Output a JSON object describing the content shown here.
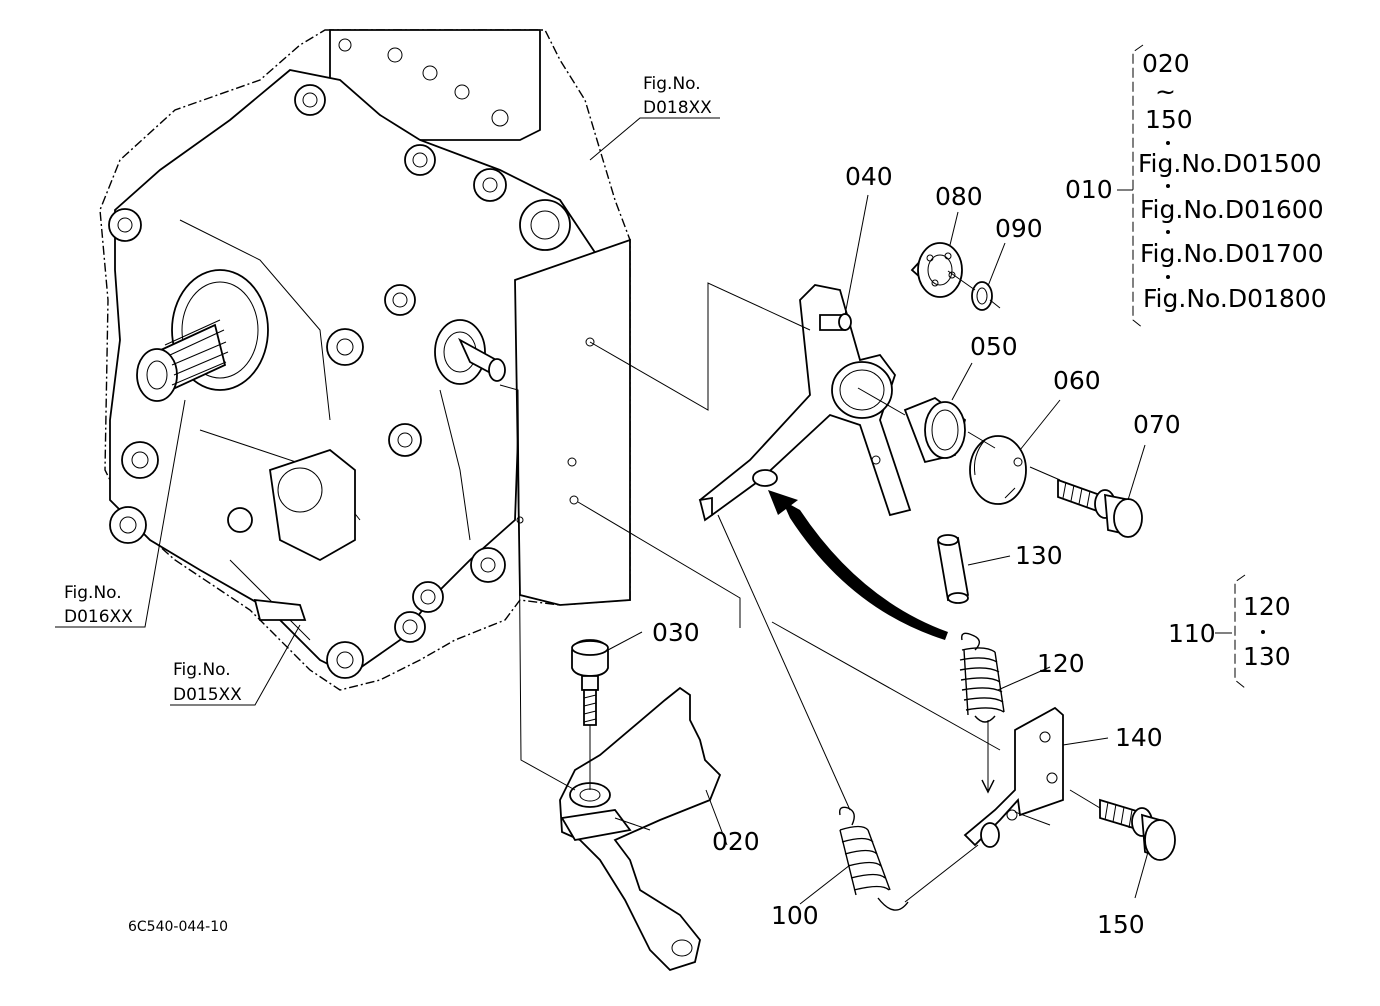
{
  "callouts": {
    "p010": "010",
    "p020": "020",
    "p030": "030",
    "p040": "040",
    "p050": "050",
    "p060": "060",
    "p070": "070",
    "p080": "080",
    "p090": "090",
    "p100": "100",
    "p110": "110",
    "p120": "120",
    "p130": "130",
    "p140": "140",
    "p150": "150"
  },
  "set_010": {
    "range_start": "020",
    "range_sep": "~",
    "range_end": "150",
    "figs": [
      "Fig.No.D01500",
      "Fig.No.D01600",
      "Fig.No.D01700",
      "Fig.No.D01800"
    ]
  },
  "set_110": {
    "item_a": "120",
    "item_b": "130"
  },
  "fig_refs": {
    "d018": {
      "line1": "Fig.No.",
      "line2": "D018XX"
    },
    "d016": {
      "line1": "Fig.No.",
      "line2": "D016XX"
    },
    "d015": {
      "line1": "Fig.No.",
      "line2": "D015XX"
    }
  },
  "drawing_code": "6C540-044-10"
}
